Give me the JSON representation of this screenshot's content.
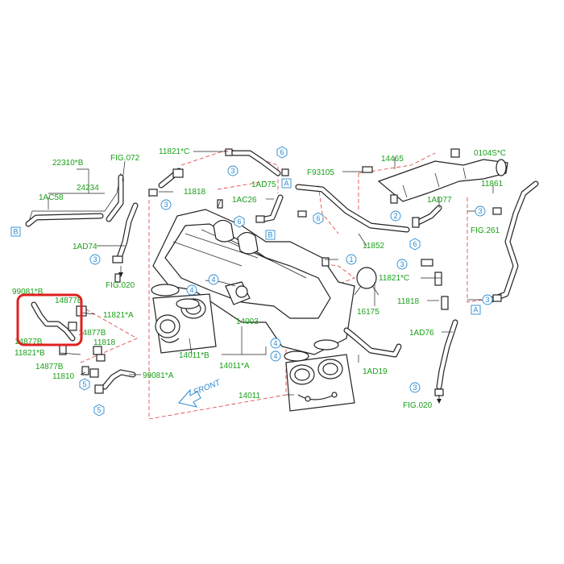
{
  "labels": {
    "p22310B": "22310*B",
    "p24234": "24234",
    "p1AC58": "1AC58",
    "pFIG072": "FIG.072",
    "p11821C_top": "11821*C",
    "p11818_top": "11818",
    "p1AD74": "1AD74",
    "pFIG020_left": "FIG.020",
    "p1AD75": "1AD75",
    "p1AC26": "1AC26",
    "pF93105": "F93105",
    "p14465": "14465",
    "p0104SC": "0104S*C",
    "p11861": "11861",
    "p1AD77": "1AD77",
    "pFIG261": "FIG.261",
    "p11852": "11852",
    "p99081B": "99081*B",
    "p14877B_a": "14877B",
    "p11821A": "11821*A",
    "p14877B_b": "14877B",
    "p14877B_c": "14877B",
    "p11818_left": "11818",
    "p11821B": "11821*B",
    "p14877B_d": "14877B",
    "p11810": "11810",
    "p99081A": "99081*A",
    "p14011B": "14011*B",
    "p14003": "14003",
    "p14011A": "14011*A",
    "p14011": "14011",
    "p11821C_right": "11821*C",
    "p16175": "16175",
    "p11818_right": "11818",
    "p1AD76": "1AD76",
    "p1AD19": "1AD19",
    "pFIG020_right": "FIG.020",
    "front": "FRONT"
  },
  "callouts": {
    "c1": "1",
    "c2": "2",
    "c3": "3",
    "c4": "4",
    "c5": "5",
    "c6": "6"
  },
  "boxes": {
    "A": "A",
    "B": "B"
  },
  "highlight_color": "#e02020",
  "label_color": "#1aa01a",
  "callout_color": "#2a8ad0",
  "leader_color": "#e03a3a"
}
